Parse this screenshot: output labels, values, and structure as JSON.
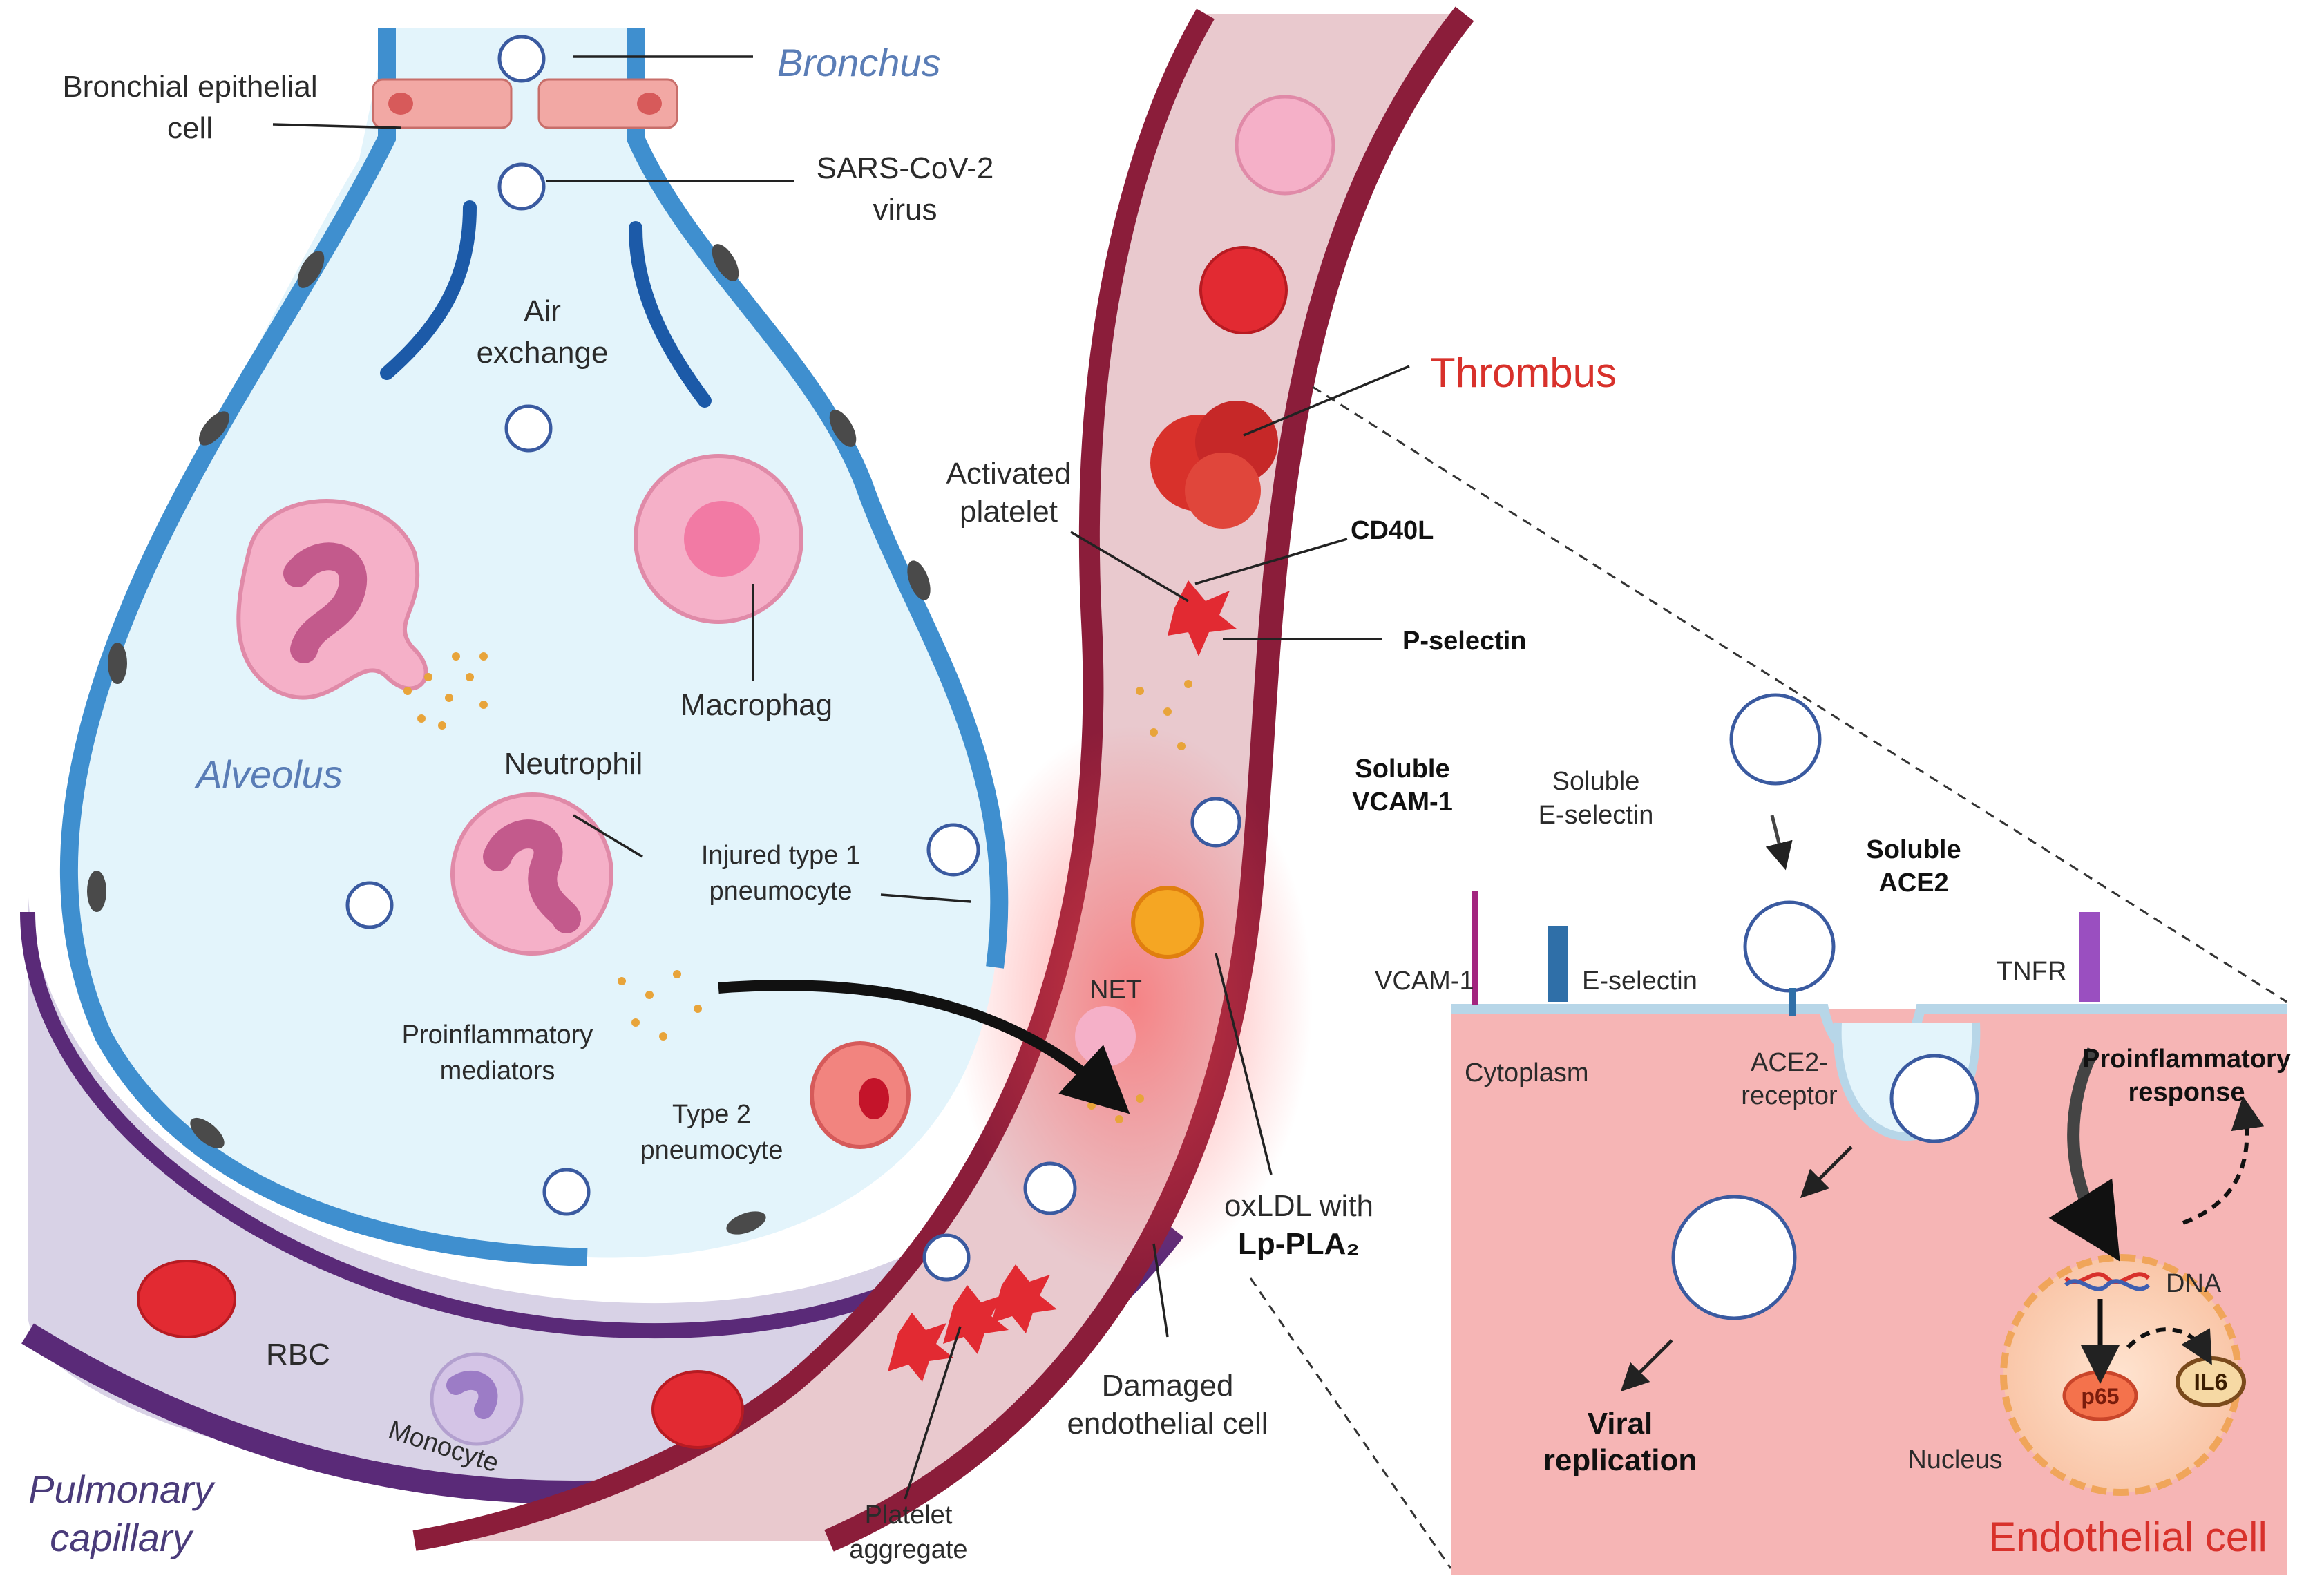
{
  "colors": {
    "alveolus_fill": "#e3f4fb",
    "epithelium": "#3f8fcf",
    "capillary_wall": "#5a2a78",
    "vessel_wall": "#8b1d3a",
    "endothelial_cell_bg": "#f6b5b5",
    "thrombus_red": "#d8312b",
    "region_blue": "#5a7db6"
  },
  "labels": {
    "bronchial_epithelial_cell": [
      "Bronchial epithelial",
      "cell"
    ],
    "bronchus": "Bronchus",
    "sars_cov2": [
      "SARS-CoV-2",
      "virus"
    ],
    "air_exchange": [
      "Air",
      "exchange"
    ],
    "macrophag": "Macrophag",
    "alveolus": "Alveolus",
    "neutrophil": "Neutrophil",
    "injured_type1": [
      "Injured type 1",
      "pneumocyte"
    ],
    "proinflammatory_mediators": [
      "Proinflammatory",
      "mediators"
    ],
    "type2": [
      "Type 2",
      "pneumocyte"
    ],
    "thrombus": "Thrombus",
    "activated_platelet": [
      "Activated",
      "platelet"
    ],
    "cd40l": "CD40L",
    "p_selectin": "P-selectin",
    "net": "NET",
    "oxldl": [
      "oxLDL with",
      "Lp-PLA₂"
    ],
    "damaged_endothelial": [
      "Damaged",
      "endothelial cell"
    ],
    "platelet_aggregate": [
      "Platelet",
      "aggregate"
    ],
    "rbc": "RBC",
    "monocyte": "Monocyte",
    "pulmonary_capillary": [
      "Pulmonary",
      "capillary"
    ],
    "soluble_vcam1": [
      "Soluble",
      "VCAM-1"
    ],
    "soluble_eselectin": [
      "Soluble",
      "E-selectin"
    ],
    "soluble_ace2": [
      "Soluble",
      "ACE2"
    ],
    "vcam1": "VCAM-1",
    "eselectin": "E-selectin",
    "tnfr": "TNFR",
    "cytoplasm": "Cytoplasm",
    "ace2_receptor": [
      "ACE2-",
      "receptor"
    ],
    "proinflammatory_response": [
      "Proinflammatory",
      "response"
    ],
    "viral_replication": [
      "Viral",
      "replication"
    ],
    "dna": "DNA",
    "p65": "p65",
    "il6": "IL6",
    "nucleus": "Nucleus",
    "endothelial_cell": "Endothelial cell"
  }
}
